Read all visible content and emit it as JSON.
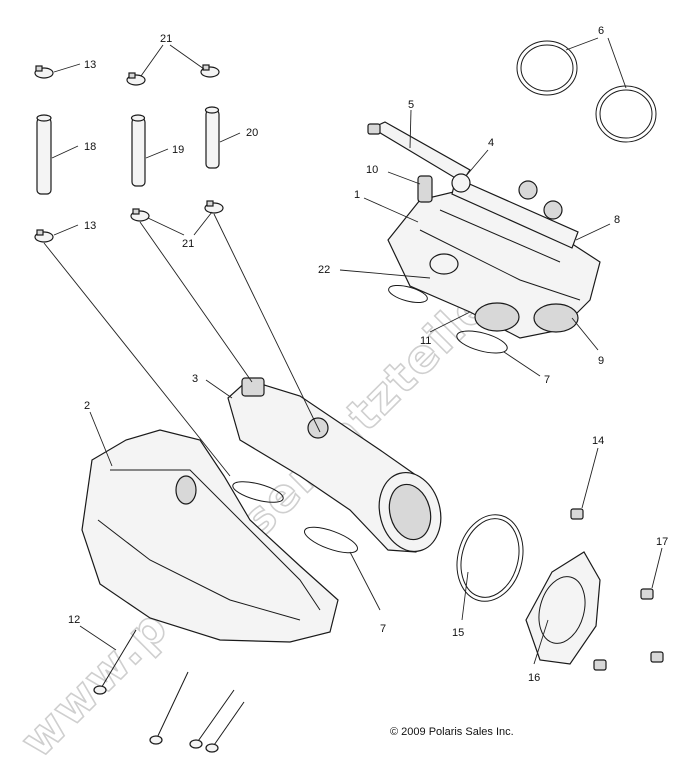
{
  "callouts": {
    "c1": "1",
    "c2": "2",
    "c3": "3",
    "c4": "4",
    "c5": "5",
    "c6": "6",
    "c7a": "7",
    "c7b": "7",
    "c8": "8",
    "c9": "9",
    "c10": "10",
    "c11": "11",
    "c12": "12",
    "c13a": "13",
    "c13b": "13",
    "c14": "14",
    "c15": "15",
    "c16": "16",
    "c17": "17",
    "c18": "18",
    "c19": "19",
    "c20": "20",
    "c21a": "21",
    "c21b": "21",
    "c22": "22"
  },
  "copyright": "© 2009 Polaris Sales Inc.",
  "watermark": "www.polarisersatzteile.de"
}
